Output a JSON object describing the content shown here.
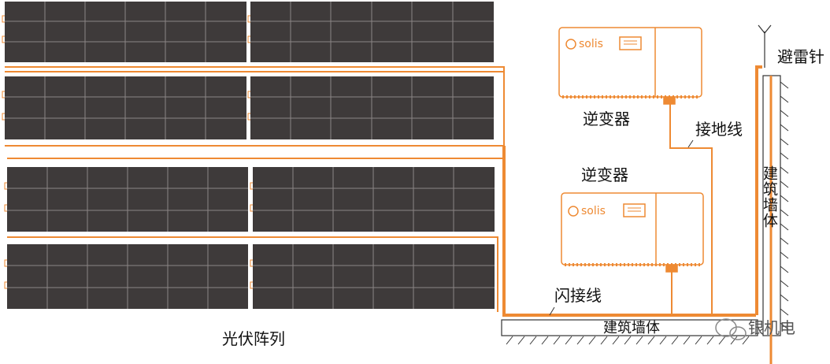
{
  "labels": {
    "pv_array": "光伏阵列",
    "inverter_top": "逆变器",
    "inverter_bottom": "逆变器",
    "ground_wire": "接地线",
    "lightning_rod": "避雷针",
    "building_wall_vertical": "建筑墙体",
    "building_wall_horizontal": "建筑墙体",
    "flash_wire": "闪接线",
    "watermark": "银机电"
  },
  "inverters": [
    {
      "brand": "solis"
    },
    {
      "brand": "solis"
    }
  ],
  "colors": {
    "panel": "#3e3a3a",
    "panel_grid": "#8b8585",
    "wire": "#ee8a33",
    "wall_line": "#333333"
  }
}
